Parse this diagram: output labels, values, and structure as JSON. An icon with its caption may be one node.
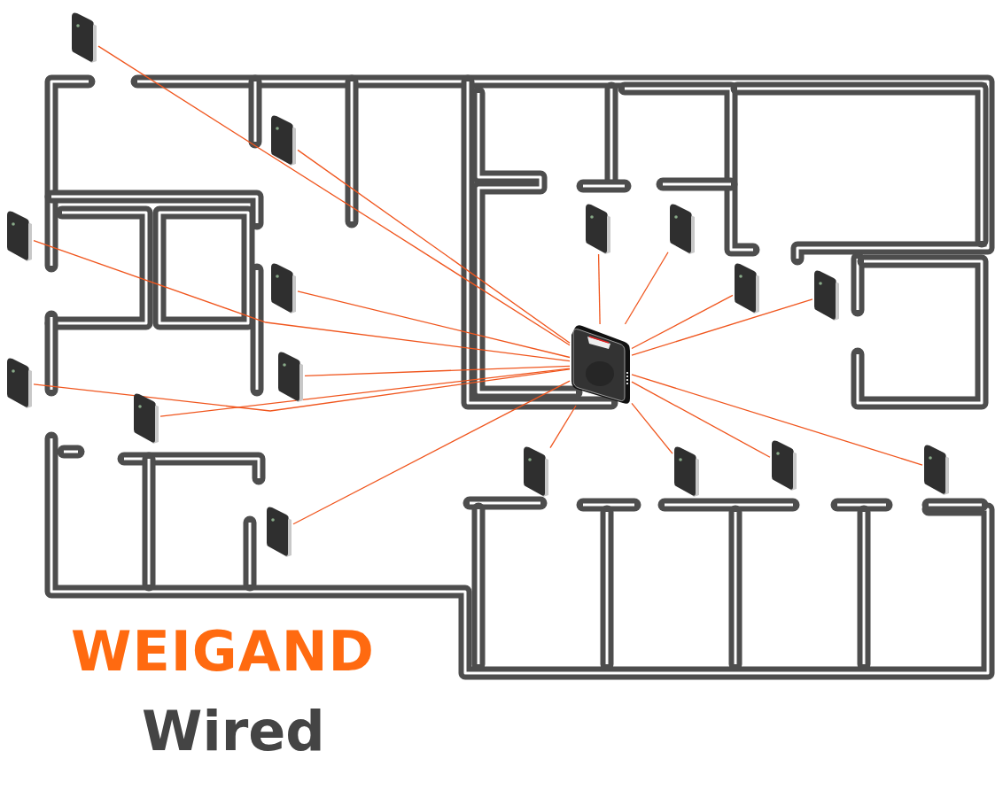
{
  "diagram": {
    "title": "WEIGAND",
    "nodes": [
      {
        "text": [],
        "shape": "picture"
      },
      {
        "text": [],
        "shape": "picture"
      },
      {
        "text": [],
        "shape": "picture"
      },
      {
        "text": [],
        "shape": "picture"
      },
      {
        "text": [],
        "shape": "picture"
      },
      {
        "text": [],
        "shape": "picture"
      },
      {
        "text": [],
        "shape": "picture"
      },
      {
        "text": [],
        "shape": "picture"
      },
      {
        "text": [],
        "shape": "picture"
      },
      {
        "text": [],
        "shape": "picture"
      },
      {
        "text": [],
        "shape": "picture"
      },
      {
        "text": [],
        "shape": "picture"
      },
      {
        "text": [],
        "shape": "picture"
      },
      {
        "text": [],
        "shape": "picture"
      },
      {
        "text": [],
        "shape": "picture"
      },
      {
        "text": [],
        "shape": "picture"
      },
      {
        "text": [],
        "shape": "picture"
      }
    ],
    "edges": [
      {
        "from": 0,
        "to": 16,
        "arrow": "none"
      },
      {
        "from": 1,
        "to": 16,
        "arrow": "none"
      },
      {
        "from": 2,
        "to": 16,
        "arrow": "none"
      },
      {
        "from": 3,
        "to": 16,
        "arrow": "none"
      },
      {
        "from": 4,
        "to": 16,
        "arrow": "none"
      },
      {
        "from": 5,
        "to": 16,
        "arrow": "none"
      },
      {
        "from": 6,
        "to": 16,
        "arrow": "none"
      },
      {
        "from": 7,
        "to": 16,
        "arrow": "none"
      },
      {
        "from": 8,
        "to": 16,
        "arrow": "none"
      },
      {
        "from": 9,
        "to": 16,
        "arrow": "none"
      },
      {
        "from": 10,
        "to": 16,
        "arrow": "none"
      },
      {
        "from": 11,
        "to": 16,
        "arrow": "none"
      },
      {
        "from": 12,
        "to": 16,
        "arrow": "none"
      },
      {
        "from": 13,
        "to": 16,
        "arrow": "none"
      },
      {
        "from": 14,
        "to": 16,
        "arrow": "none"
      },
      {
        "from": 15,
        "to": 16,
        "arrow": "none"
      }
    ],
    "labels": [
      "Wired"
    ]
  }
}
